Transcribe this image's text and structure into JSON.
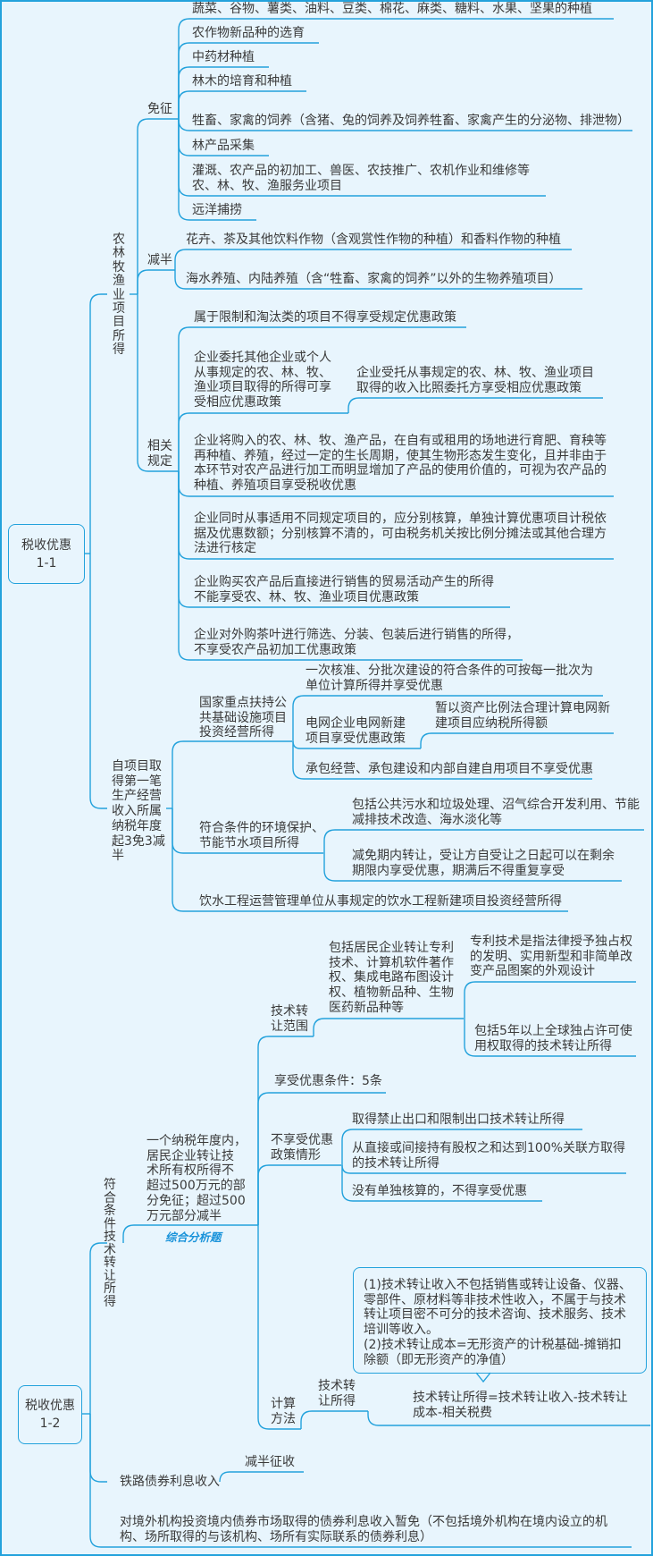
{
  "root1": {
    "label": "税收优惠\n1-1",
    "agri": {
      "label": "农林牧渔业项目所得",
      "exempt": {
        "label": "免征",
        "items": [
          "蔬菜、谷物、薯类、油料、豆类、棉花、麻类、糖料、水果、坚果的种植",
          "农作物新品种的选育",
          "中药材种植",
          "林木的培育和种植",
          "牲畜、家禽的饲养（含猪、兔的饲养及饲养牲畜、家禽产生的分泌物、排泄物）",
          "林产品采集",
          "灌溉、农产品的初加工、兽医、农技推广、农机作业和维修等\n农、林、牧、渔服务业项目",
          "远洋捕捞"
        ]
      },
      "half": {
        "label": "减半",
        "items": [
          "花卉、茶及其他饮料作物（含观赏性作物的种植）和香料作物的种植",
          "海水养殖、内陆养殖（含“牲畜、家禽的饲养”以外的生物养殖项目）"
        ]
      },
      "related": {
        "label": "相关\n规定",
        "items": [
          "属于限制和淘汰类的项目不得享受规定优惠政策",
          "企业委托其他企业或个人\n从事规定的农、林、牧、\n渔业项目取得的所得可享\n受相应优惠政策",
          "企业将购入的农、林、牧、渔产品，在自有或租用的场地进行育肥、育秧等\n再种植、养殖，经过一定的生长周期，使其生物形态发生变化，且并非由于\n本环节对农产品进行加工而明显增加了产品的使用价值的，可视为农产品的\n种植、养殖项目享受税收优惠",
          "企业同时从事适用不同规定项目的，应分别核算，单独计算优惠项目计税依\n据及优惠数额；分别核算不清的，可由税务机关按比例分摊法或其他合理方\n法进行核定",
          "企业购买农产品后直接进行销售的贸易活动产生的所得\n不能享受农、林、牧、渔业项目优惠政策",
          "企业对外购茶叶进行筛选、分装、包装后进行销售的所得，\n不享受农产品初加工优惠政策"
        ],
        "entrust_child": "企业受托从事规定的农、林、牧、渔业项目\n取得的收入比照委托方享受相应优惠政策"
      }
    },
    "infra": {
      "label": "自项目取\n得第一笔\n生产经营\n收入所属\n纳税年度\n起3免3减\n半",
      "public": {
        "label": "国家重点扶持公\n共基础设施项目\n投资经营所得",
        "items": [
          "一次核准、分批次建设的符合条件的可按每一批次为\n单位计算所得并享受优惠",
          "电网企业电网新建\n项目享受优惠政策",
          "承包经营、承包建设和内部自建自用项目不享受优惠"
        ],
        "grid_child": "暂以资产比例法合理计算电网新\n建项目应纳税所得额"
      },
      "env": {
        "label": "符合条件的环境保护、\n节能节水项目所得",
        "items": [
          "包括公共污水和垃圾处理、沼气综合开发利用、节能\n减排技术改造、海水淡化等",
          "减免期内转让，受让方自受让之日起可以在剩余\n期限内享受优惠，期满后不得重复享受"
        ]
      },
      "water": "饮水工程运营管理单位从事规定的饮水工程新建项目投资经营所得"
    }
  },
  "root2": {
    "label": "税收优惠\n1-2",
    "tech": {
      "label": "符合条件技术转让所得",
      "rule": "一个纳税年度内，\n居民企业转让技\n术所有权所得不\n超过500万元的部\n分免征；超过500\n万元部分减半",
      "tag": "综合分析题",
      "scope": {
        "label": "技术转\n让范围",
        "desc": "包括居民企业转让专利\n技术、计算机软件著作\n权、集成电路布图设计\n权、植物新品种、生物\n医药新品种等",
        "items": [
          "专利技术是指法律授予独占权\n的发明、实用新型和非简单改\n变产品图案的外观设计",
          "包括5年以上全球独占许可使\n用权取得的技术转让所得"
        ]
      },
      "conditions": "享受优惠条件：5条",
      "excluded": {
        "label": "不享受优惠\n政策情形",
        "items": [
          "取得禁止出口和限制出口技术转让所得",
          "从直接或间接持有股权之和达到100%关联方取得\n的技术转让所得",
          "没有单独核算的，不得享受优惠"
        ]
      },
      "calc": {
        "label": "计算\n方法",
        "sub_label": "技术转\n让所得",
        "formula": "技术转让所得=技术转让收入-技术转让\n成本-相关税费",
        "note": "(1)技术转让收入不包括销售或转让设备、仪器、\n零部件、原材料等非技术性收入，不属于与技术\n转让项目密不可分的技术咨询、技术服务、技术\n培训等收入。\n(2)技术转让成本=无形资产的计税基础-摊销扣\n除额（即无形资产的净值）"
      }
    },
    "railway": {
      "label": "铁路债券利息收入",
      "child": "减半征收"
    },
    "foreign": "对境外机构投资境内债券市场取得的债券利息收入暂免（不包括境外机构在境内设立的机\n构、场所取得的与该机构、场所有实际联系的债券利息）"
  }
}
